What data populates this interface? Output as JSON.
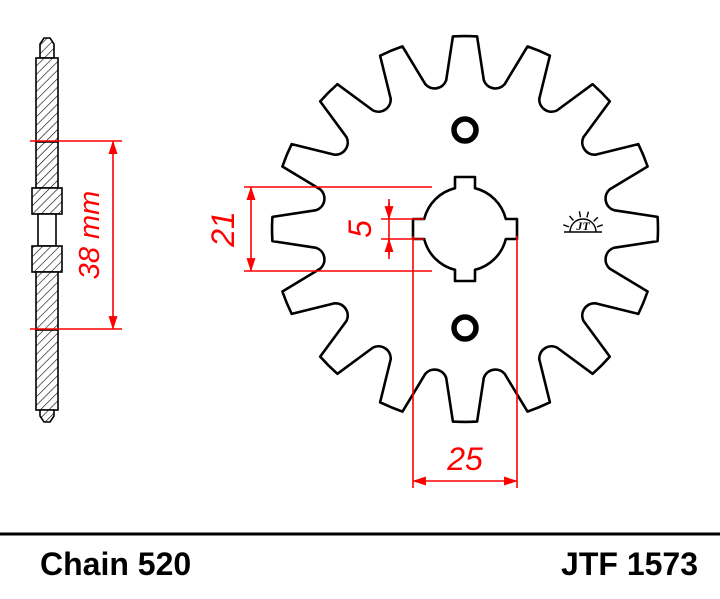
{
  "footer": {
    "chain_label": "Chain 520",
    "model_label": "JTF 1573"
  },
  "dimensions": {
    "hub_length": "38 mm",
    "bore_diameter": "21",
    "spline_groove": "5",
    "spline_outer": "25"
  },
  "logo": {
    "monogram": "JT"
  },
  "colors": {
    "dimension_red": "#ff0000",
    "outline_black": "#000000",
    "background": "#ffffff"
  }
}
